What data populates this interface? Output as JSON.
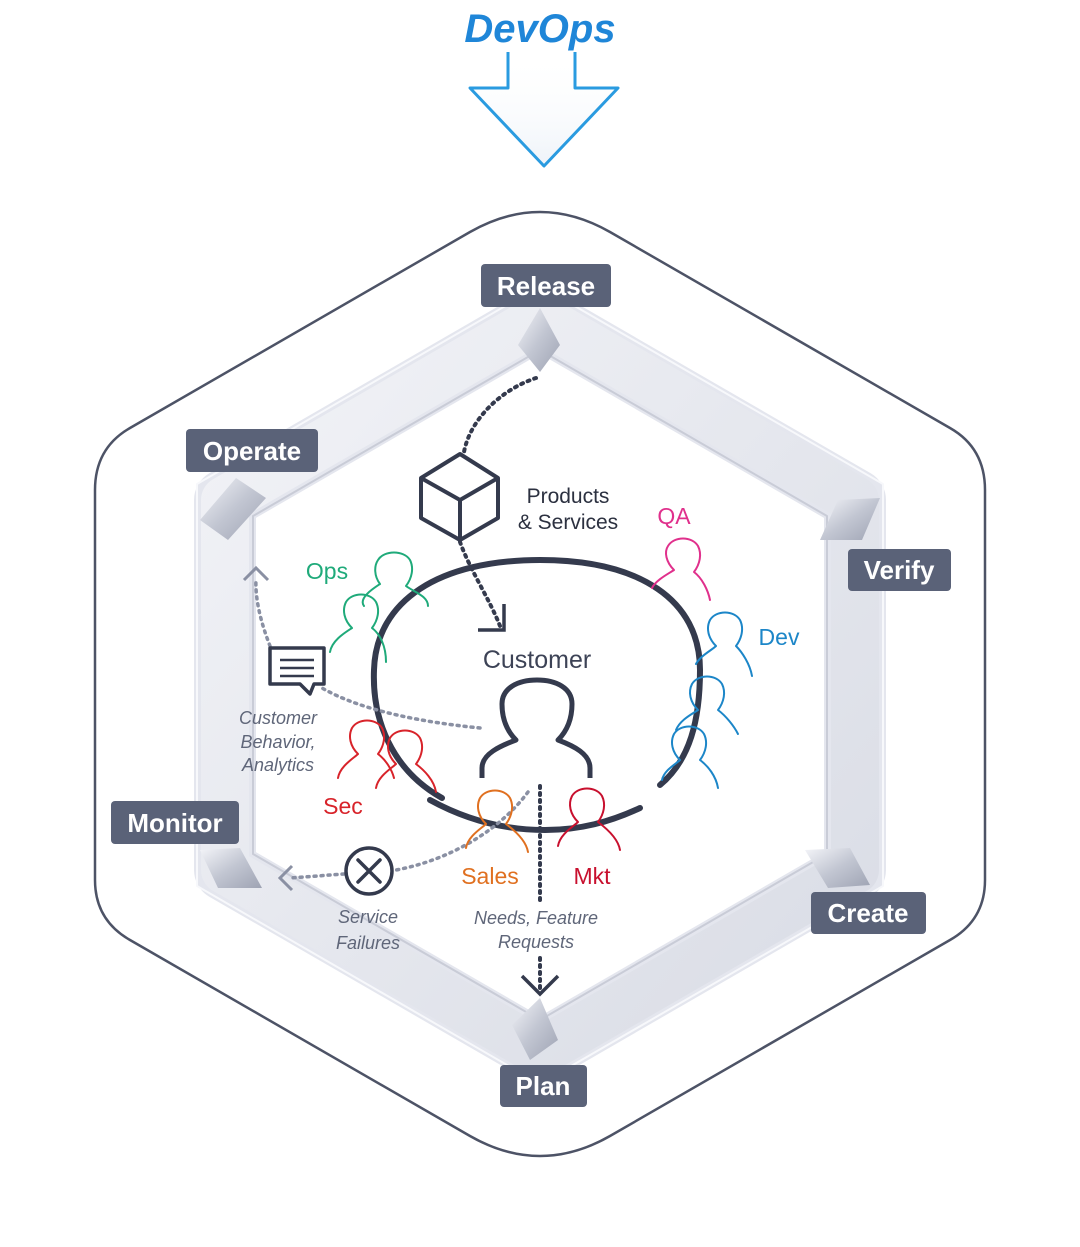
{
  "title": "DevOps",
  "stages": {
    "release": "Release",
    "verify": "Verify",
    "create": "Create",
    "plan": "Plan",
    "monitor": "Monitor",
    "operate": "Operate"
  },
  "center": {
    "customer": "Customer",
    "products_line1": "Products",
    "products_line2": "& Services"
  },
  "teams": {
    "ops": "Ops",
    "qa": "QA",
    "dev": "Dev",
    "sec": "Sec",
    "sales": "Sales",
    "mkt": "Mkt"
  },
  "notes": {
    "behavior_line1": "Customer",
    "behavior_line2": "Behavior,",
    "behavior_line3": "Analytics",
    "failures_line1": "Service",
    "failures_line2": "Failures",
    "needs_line1": "Needs, Feature",
    "needs_line2": "Requests"
  },
  "colors": {
    "title_blue": "#1f86d8",
    "tag_gray": "#5a6278",
    "ops_green": "#1faa7a",
    "qa_pink": "#e0308c",
    "dev_blue": "#1c86c8",
    "sec_red": "#d8232a",
    "sales_orange": "#e07020",
    "mkt_red": "#c8102e",
    "ink": "#343a4d"
  }
}
